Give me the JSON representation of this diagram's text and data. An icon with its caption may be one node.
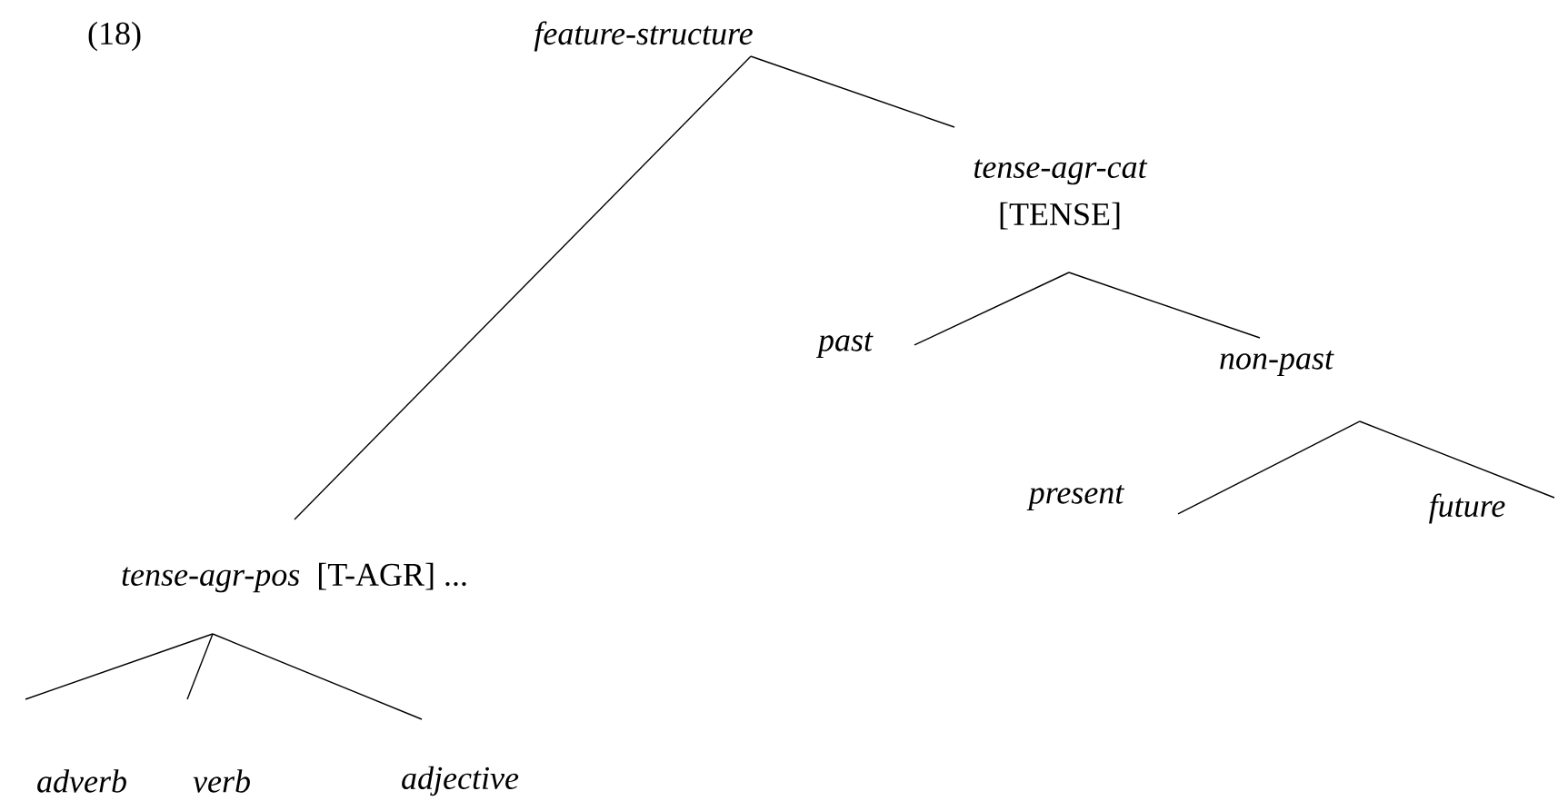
{
  "diagram": {
    "nodes": [
      {
        "text": [
          "feature-structure"
        ]
      },
      {
        "text": [
          "tense-agr-cat",
          "[TENSE]"
        ]
      },
      {
        "text": [
          "past"
        ]
      },
      {
        "text": [
          "non-past"
        ]
      },
      {
        "text": [
          "present"
        ]
      },
      {
        "text": [
          "future"
        ]
      },
      {
        "text": [
          "tense-agr-pos",
          "[T-AGR] ..."
        ]
      },
      {
        "text": [
          "adverb"
        ]
      },
      {
        "text": [
          "verb"
        ]
      },
      {
        "text": [
          "adjective"
        ]
      }
    ],
    "edges": [
      {
        "from": 0,
        "to": 1,
        "arrow": "none"
      },
      {
        "from": 0,
        "to": 6,
        "arrow": "none"
      },
      {
        "from": 1,
        "to": 2,
        "arrow": "none"
      },
      {
        "from": 1,
        "to": 3,
        "arrow": "none"
      },
      {
        "from": 3,
        "to": 4,
        "arrow": "none"
      },
      {
        "from": 3,
        "to": 5,
        "arrow": "none"
      },
      {
        "from": 6,
        "to": 7,
        "arrow": "none"
      },
      {
        "from": 6,
        "to": 8,
        "arrow": "none"
      },
      {
        "from": 6,
        "to": 9,
        "arrow": "none"
      }
    ],
    "labels": [
      "(18)"
    ]
  }
}
